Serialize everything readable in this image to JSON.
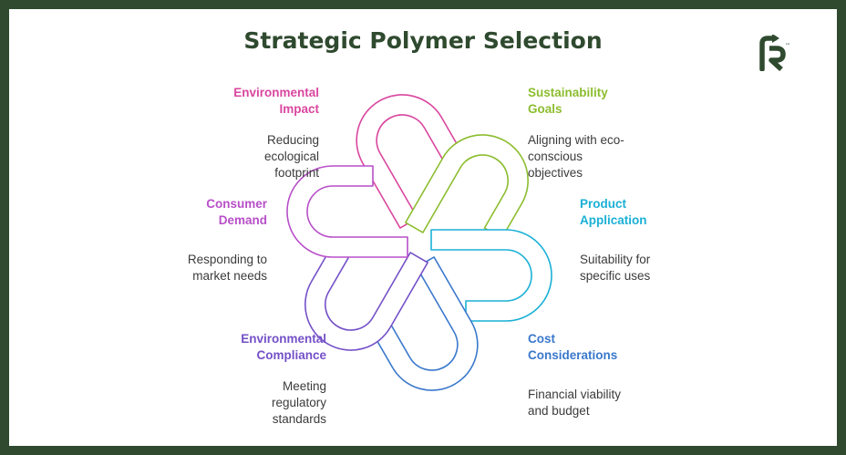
{
  "title": "Strategic Polymer Selection",
  "logo": {
    "icon": "refresh-r-logo-icon",
    "mark": "™",
    "color": "#2f4a2f"
  },
  "items": [
    {
      "id": "environmental-impact",
      "title_line1": "Environmental",
      "title_line2": "Impact",
      "desc_line1": "Reducing",
      "desc_line2": "ecological",
      "desc_line3": "footprint",
      "color": "#d9469e"
    },
    {
      "id": "sustainability-goals",
      "title_line1": "Sustainability",
      "title_line2": "Goals",
      "desc_line1": "Aligning with eco-",
      "desc_line2": "conscious",
      "desc_line3": "objectives",
      "color": "#8cbd2f"
    },
    {
      "id": "product-application",
      "title_line1": "Product",
      "title_line2": "Application",
      "desc_line1": "Suitability for",
      "desc_line2": "specific uses",
      "desc_line3": "",
      "color": "#1ab0d6"
    },
    {
      "id": "cost-considerations",
      "title_line1": "Cost",
      "title_line2": "Considerations",
      "desc_line1": "Financial viability",
      "desc_line2": "and budget",
      "desc_line3": "",
      "color": "#3a78cc"
    },
    {
      "id": "environmental-compliance",
      "title_line1": "Environmental",
      "title_line2": "Compliance",
      "desc_line1": "Meeting",
      "desc_line2": "regulatory",
      "desc_line3": "standards",
      "color": "#7450c8"
    },
    {
      "id": "consumer-demand",
      "title_line1": "Consumer",
      "title_line2": "Demand",
      "desc_line1": "Responding to",
      "desc_line2": "market needs",
      "desc_line3": "",
      "color": "#b84fc9"
    }
  ]
}
